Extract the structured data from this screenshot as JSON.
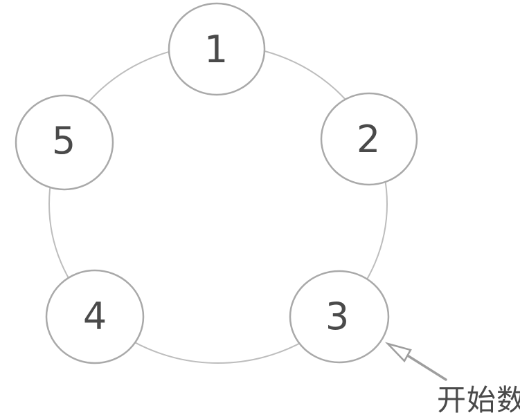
{
  "diagram": {
    "nodes": [
      {
        "label": "1"
      },
      {
        "label": "2"
      },
      {
        "label": "3"
      },
      {
        "label": "4"
      },
      {
        "label": "5"
      }
    ],
    "annotation": {
      "label": "开始数",
      "points_to_node": "3"
    },
    "colors": {
      "ring": "#bdbdbd",
      "node_border": "#a9a9a9",
      "node_fill": "#ffffff",
      "text": "#4a4a4a",
      "arrow": "#9e9e9e",
      "background": "#ffffff"
    }
  }
}
